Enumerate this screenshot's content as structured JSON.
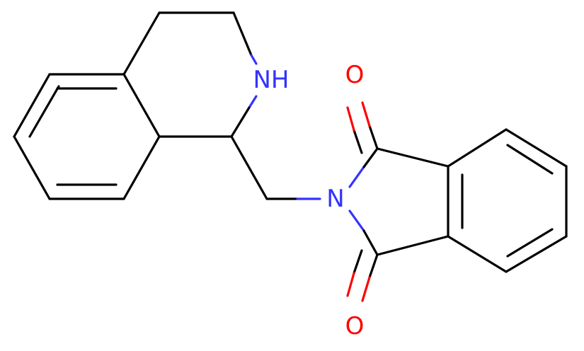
{
  "molecule": {
    "colors": {
      "carbon_bond": "#000000",
      "nitrogen": "#3333ff",
      "oxygen": "#ff0000",
      "background": "#ffffff"
    },
    "atom_labels": {
      "nh": "NH",
      "imide_n": "N",
      "oxygen_top": "O",
      "oxygen_bottom": "O"
    }
  }
}
